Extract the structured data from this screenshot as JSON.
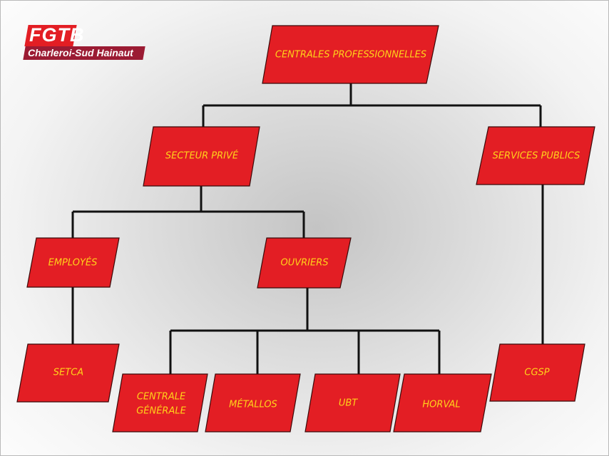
{
  "logo": {
    "name": "FGTB",
    "region": "Charleroi-Sud Hainaut"
  },
  "nodes": {
    "centrales": "CENTRALES PROFESSIONNELLES",
    "prive": "SECTEUR PRIVÉ",
    "publics": "SERVICES PUBLICS",
    "employes": "EMPLOYÉS",
    "ouvriers": "OUVRIERS",
    "setca": "SETCA",
    "generale_1": "CENTRALE",
    "generale_2": "GÉNÉRALE",
    "metallos": "MÉTALLOS",
    "ubt": "UBT",
    "horval": "HORVAL",
    "cgsp": "CGSP"
  },
  "colors": {
    "box_fill": "#e31e24",
    "box_text": "#ffd21a",
    "connector": "#111111"
  }
}
